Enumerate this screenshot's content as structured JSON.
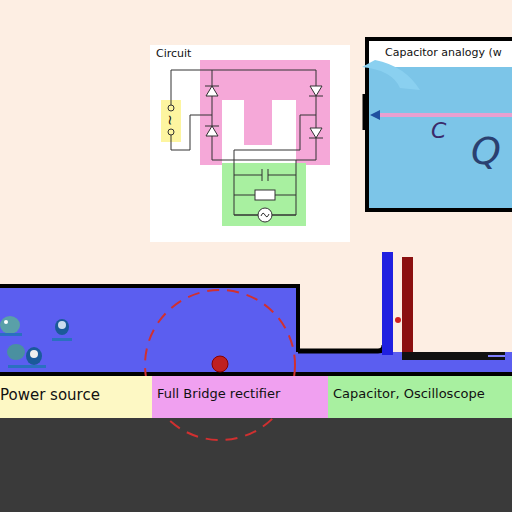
{
  "diagram": {
    "nodes": [
      {
        "text": [
          "Circuit"
        ]
      },
      {
        "text": [
          "Capacitor analogy (w",
          "C",
          "Q"
        ]
      },
      {
        "text": [
          "Power source"
        ]
      },
      {
        "text": [
          "Full Bridge rectifier"
        ]
      },
      {
        "text": [
          "Capacitor, Oscilloscope"
        ]
      }
    ],
    "labels": [
      "~"
    ]
  }
}
